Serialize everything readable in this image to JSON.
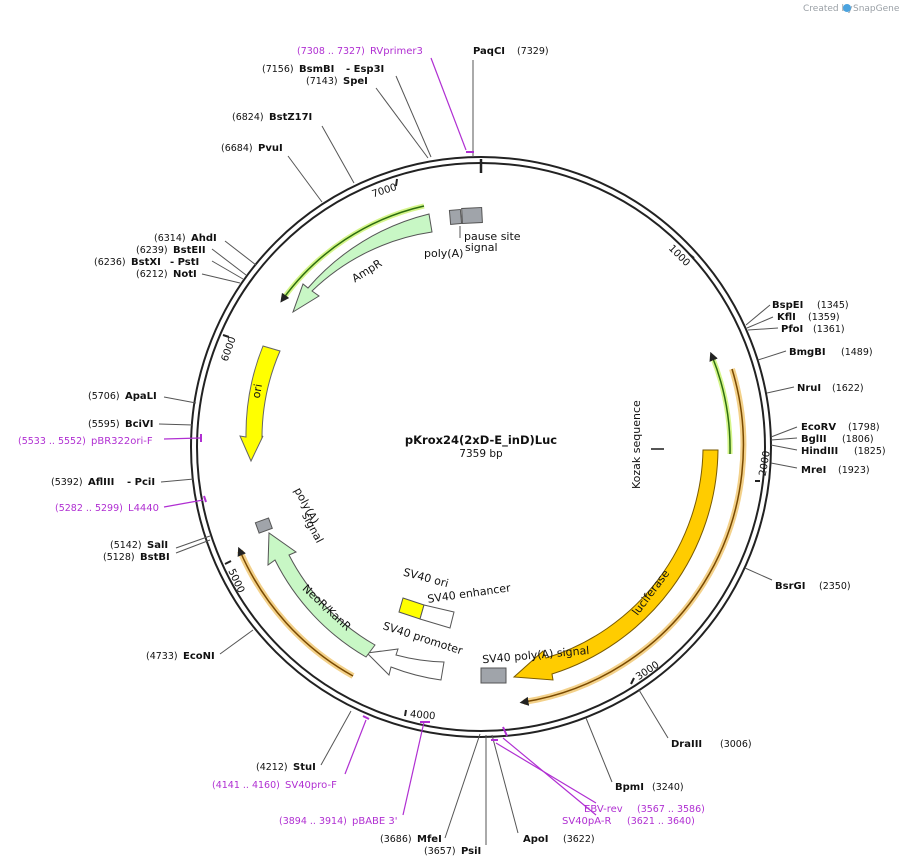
{
  "credit": {
    "prefix": "Created by",
    "brand": "SnapGene"
  },
  "plasmid": {
    "name": "pKrox24(2xD-E_inD)Luc",
    "size_label": "7359 bp"
  },
  "ticks": [
    "1000",
    "2000",
    "3000",
    "4000",
    "5000",
    "6000",
    "7000"
  ],
  "enzymes": [
    {
      "id": "paqci",
      "name": "PaqCI",
      "pos": "(7329)"
    },
    {
      "id": "bsmbi",
      "name": "BsmBI",
      "pos": "(7156)",
      "alt": "- Esp3I"
    },
    {
      "id": "spei",
      "name": "SpeI",
      "pos": "(7143)"
    },
    {
      "id": "bstz17i",
      "name": "BstZ17I",
      "pos": "(6824)"
    },
    {
      "id": "pvui",
      "name": "PvuI",
      "pos": "(6684)"
    },
    {
      "id": "ahdi",
      "name": "AhdI",
      "pos": "(6314)"
    },
    {
      "id": "bsteii",
      "name": "BstEII",
      "pos": "(6239)"
    },
    {
      "id": "bstxi",
      "name": "BstXI",
      "pos": "(6236)",
      "alt": "- PstI"
    },
    {
      "id": "noti",
      "name": "NotI",
      "pos": "(6212)"
    },
    {
      "id": "apali",
      "name": "ApaLI",
      "pos": "(5706)"
    },
    {
      "id": "bcivi",
      "name": "BciVI",
      "pos": "(5595)"
    },
    {
      "id": "afliii",
      "name": "AflIII",
      "pos": "(5392)",
      "alt": "- PciI"
    },
    {
      "id": "sali",
      "name": "SalI",
      "pos": "(5142)"
    },
    {
      "id": "bstbi",
      "name": "BstBI",
      "pos": "(5128)"
    },
    {
      "id": "econi",
      "name": "EcoNI",
      "pos": "(4733)"
    },
    {
      "id": "stui",
      "name": "StuI",
      "pos": "(4212)"
    },
    {
      "id": "mfei",
      "name": "MfeI",
      "pos": "(3686)"
    },
    {
      "id": "psii",
      "name": "PsiI",
      "pos": "(3657)"
    },
    {
      "id": "apoi",
      "name": "ApoI",
      "pos": "(3622)"
    },
    {
      "id": "bpmi",
      "name": "BpmI",
      "pos": "(3240)"
    },
    {
      "id": "draiii",
      "name": "DraIII",
      "pos": "(3006)"
    },
    {
      "id": "bsrgi",
      "name": "BsrGI",
      "pos": "(2350)"
    },
    {
      "id": "mrei",
      "name": "MreI",
      "pos": "(1923)"
    },
    {
      "id": "hindiii",
      "name": "HindIII",
      "pos": "(1825)"
    },
    {
      "id": "bglii",
      "name": "BglII",
      "pos": "(1806)"
    },
    {
      "id": "ecorv",
      "name": "EcoRV",
      "pos": "(1798)"
    },
    {
      "id": "nrui",
      "name": "NruI",
      "pos": "(1622)"
    },
    {
      "id": "bmgbi",
      "name": "BmgBI",
      "pos": "(1489)"
    },
    {
      "id": "pfoi",
      "name": "PfoI",
      "pos": "(1361)"
    },
    {
      "id": "kfli",
      "name": "KflI",
      "pos": "(1359)"
    },
    {
      "id": "bspei",
      "name": "BspEI",
      "pos": "(1345)"
    }
  ],
  "primers": [
    {
      "id": "rvprimer3",
      "name": "RVprimer3",
      "range": "(7308 .. 7327)"
    },
    {
      "id": "pbr322ori",
      "name": "pBR322ori-F",
      "range": "(5533 .. 5552)"
    },
    {
      "id": "l4440",
      "name": "L4440",
      "range": "(5282 .. 5299)"
    },
    {
      "id": "sv40prof",
      "name": "SV40pro-F",
      "range": "(4141 .. 4160)"
    },
    {
      "id": "pbabe3",
      "name": "pBABE 3'",
      "range": "(3894 .. 3914)"
    },
    {
      "id": "ebvrev",
      "name": "EBV-rev",
      "range": "(3567 .. 3586)"
    },
    {
      "id": "sv40par",
      "name": "SV40pA-R",
      "range": "(3621 .. 3640)"
    }
  ],
  "features": {
    "ampr": "AmpR",
    "ori": "ori",
    "neo": "NeoR/KanR",
    "luciferase": "luciferase",
    "kozak": "Kozak sequence",
    "polya1": "poly(A)",
    "polya1b": "signal",
    "pause": "pause site",
    "polya2a": "poly(A)",
    "polya2b": "signal",
    "sv40ori": "SV40 ori",
    "sv40enh": "SV40 enhancer",
    "sv40prom": "SV40 promoter",
    "sv40polya": "SV40 poly(A) signal"
  },
  "colors": {
    "ampr": "#c8f7c5",
    "ori": "#ffff00",
    "luciferase": "#ffcc00",
    "neo": "#c8f7c5",
    "gray": "#a0a4aa",
    "primer": "#b02fd2",
    "orf_orange": "#f3b45a",
    "orf_green": "#8cd35a"
  }
}
